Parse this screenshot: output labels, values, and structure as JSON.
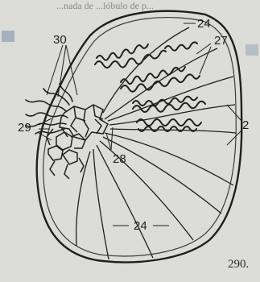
{
  "header_fragment": "...nada de ...lóbulo de p...",
  "labels": {
    "top_septum": "24",
    "ducts_top": "27",
    "ducts_right": "2",
    "rete_left": "30",
    "rete_mid": "29",
    "rete_low": "28",
    "bottom_septum": "24"
  },
  "figure_number": "290.",
  "colors": {
    "paper": "#dcdcd8",
    "ink": "#1f1f1f",
    "accent_blue": "#6f86a6"
  },
  "icon_names": [
    "testis-outline",
    "convoluted-tubules",
    "rete-network",
    "septa-lines"
  ]
}
